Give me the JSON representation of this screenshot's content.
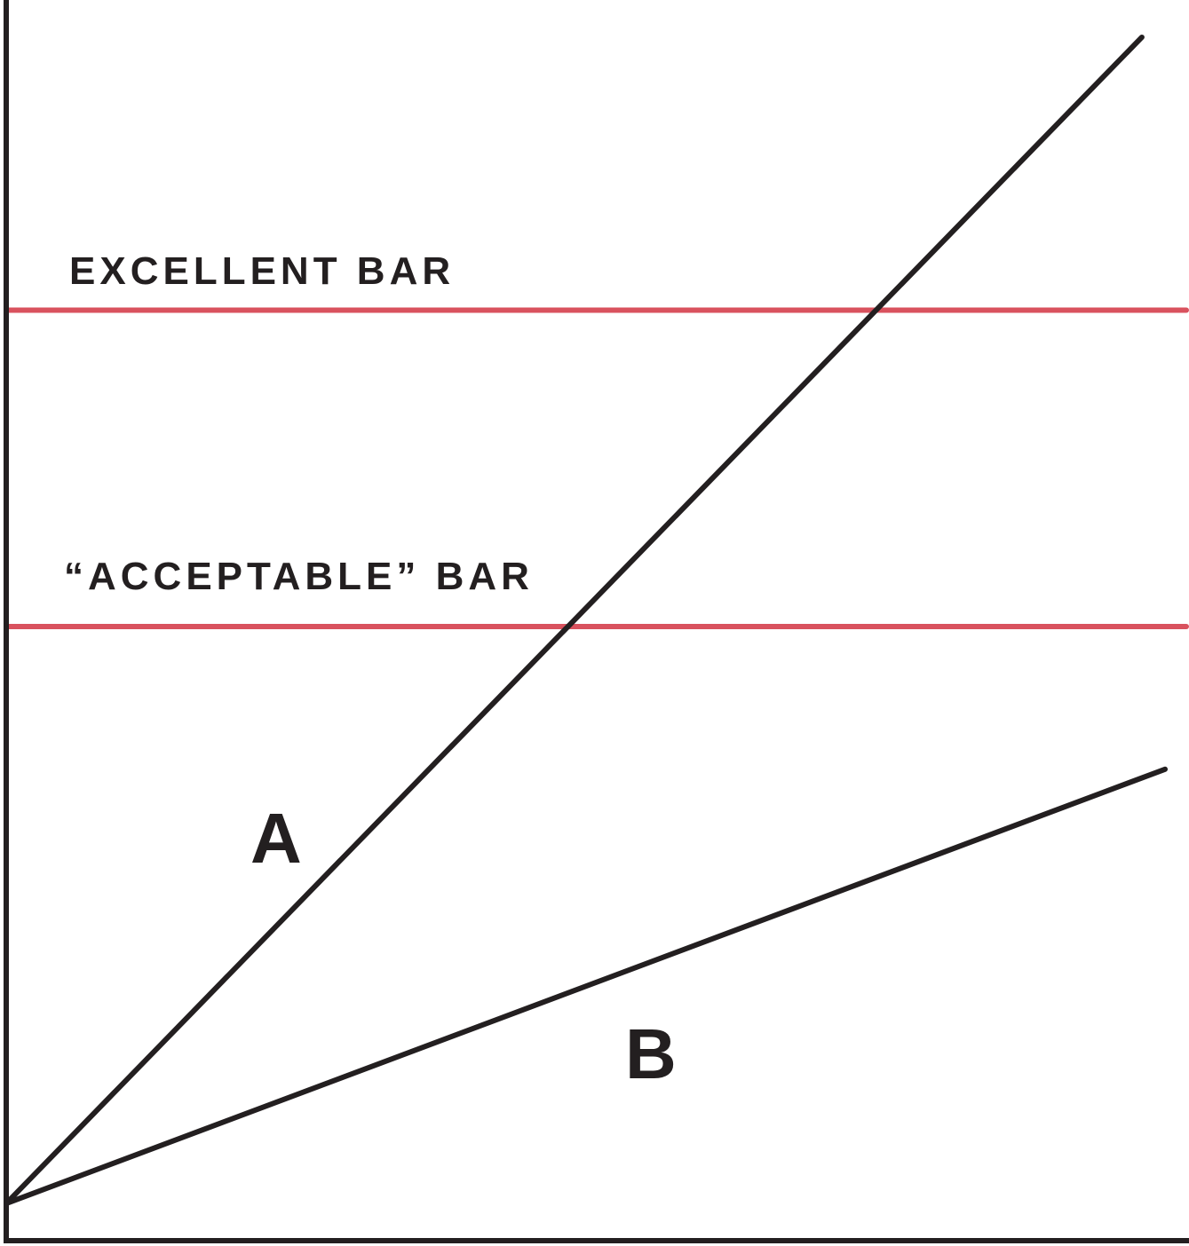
{
  "colors": {
    "axis": "#231f20",
    "series": "#231f20",
    "reference": "#d9525e",
    "background": "#ffffff"
  },
  "chart_data": {
    "type": "line",
    "title": "",
    "xlabel": "",
    "ylabel": "",
    "xlim": [
      0,
      100
    ],
    "ylim": [
      0,
      100
    ],
    "grid": false,
    "legend": "none",
    "series": [
      {
        "name": "A",
        "x": [
          0,
          98
        ],
        "y": [
          3,
          97
        ]
      },
      {
        "name": "B",
        "x": [
          0,
          100
        ],
        "y": [
          3,
          38
        ]
      }
    ],
    "reference_lines": [
      {
        "label": "EXCELLENT BAR",
        "y": 75
      },
      {
        "label": "“ACCEPTABLE” BAR",
        "y": 49.5
      }
    ]
  }
}
